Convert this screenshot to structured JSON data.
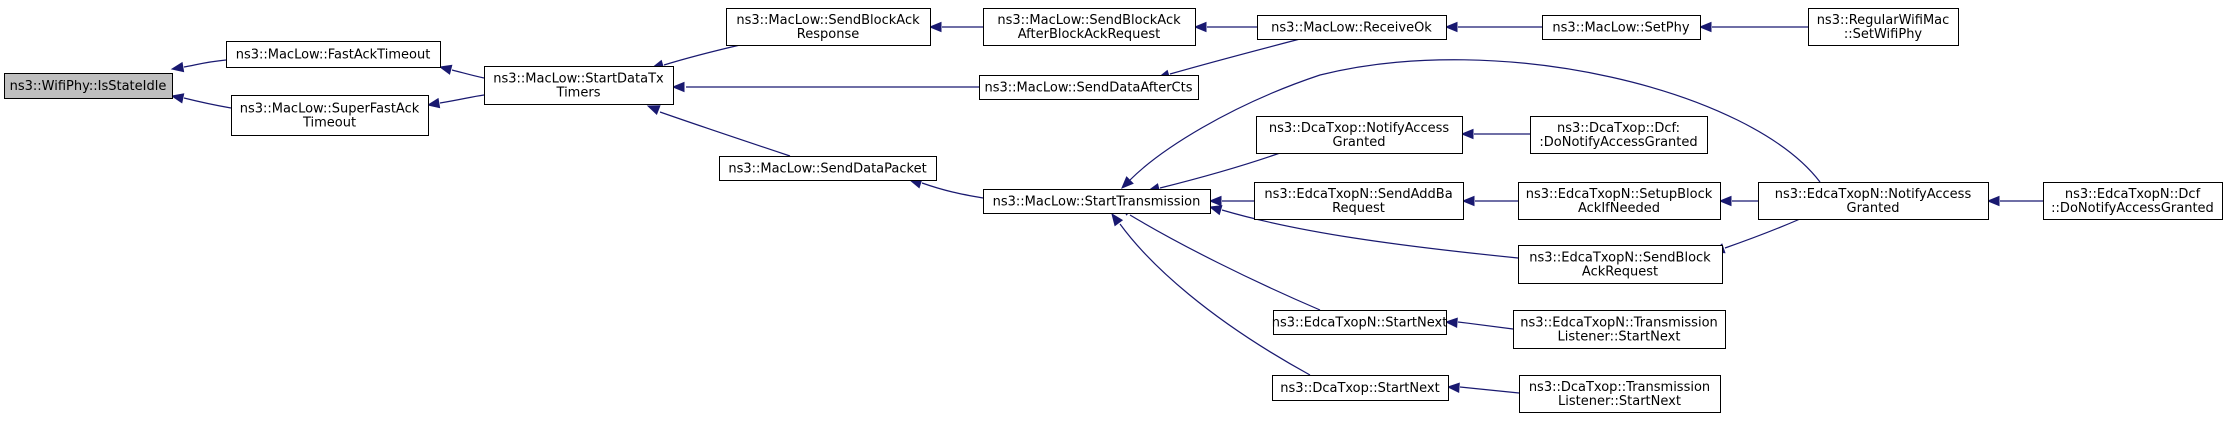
{
  "colors": {
    "edge": "#191970",
    "root_fill": "#bfbfbf",
    "node_fill": "#ffffff",
    "border": "#000000"
  },
  "nodes": [
    {
      "id": "n0",
      "lines": [
        "ns3::WifiPhy::IsStateIdle"
      ],
      "root": true
    },
    {
      "id": "n1",
      "lines": [
        "ns3::MacLow::FastAckTimeout"
      ]
    },
    {
      "id": "n2",
      "lines": [
        "ns3::MacLow::SuperFastAck",
        "Timeout"
      ]
    },
    {
      "id": "n3",
      "lines": [
        "ns3::MacLow::StartDataTx",
        "Timers"
      ]
    },
    {
      "id": "n4",
      "lines": [
        "ns3::MacLow::SendBlockAck",
        "Response"
      ]
    },
    {
      "id": "n5",
      "lines": [
        "ns3::MacLow::SendDataPacket"
      ]
    },
    {
      "id": "n6",
      "lines": [
        "ns3::MacLow::SendBlockAck",
        "AfterBlockAckRequest"
      ]
    },
    {
      "id": "n7",
      "lines": [
        "ns3::MacLow::SendDataAfterCts"
      ]
    },
    {
      "id": "n8",
      "lines": [
        "ns3::MacLow::StartTransmission"
      ]
    },
    {
      "id": "n9",
      "lines": [
        "ns3::MacLow::ReceiveOk"
      ]
    },
    {
      "id": "n10",
      "lines": [
        "ns3::DcaTxop::NotifyAccess",
        "Granted"
      ]
    },
    {
      "id": "n11",
      "lines": [
        "ns3::EdcaTxopN::SendAddBa",
        "Request"
      ]
    },
    {
      "id": "n12",
      "lines": [
        "ns3::EdcaTxopN::StartNext"
      ]
    },
    {
      "id": "n13",
      "lines": [
        "ns3::DcaTxop::StartNext"
      ]
    },
    {
      "id": "n14",
      "lines": [
        "ns3::MacLow::SetPhy"
      ]
    },
    {
      "id": "n15",
      "lines": [
        "ns3::DcaTxop::Dcf:",
        ":DoNotifyAccessGranted"
      ]
    },
    {
      "id": "n16",
      "lines": [
        "ns3::EdcaTxopN::SetupBlock",
        "AckIfNeeded"
      ]
    },
    {
      "id": "n17",
      "lines": [
        "ns3::EdcaTxopN::SendBlock",
        "AckRequest"
      ]
    },
    {
      "id": "n18",
      "lines": [
        "ns3::EdcaTxopN::Transmission",
        "Listener::StartNext"
      ]
    },
    {
      "id": "n19",
      "lines": [
        "ns3::DcaTxop::Transmission",
        "Listener::StartNext"
      ]
    },
    {
      "id": "n20",
      "lines": [
        "ns3::RegularWifiMac",
        "::SetWifiPhy"
      ]
    },
    {
      "id": "n21",
      "lines": [
        "ns3::EdcaTxopN::NotifyAccess",
        "Granted"
      ]
    },
    {
      "id": "n22",
      "lines": [
        "ns3::EdcaTxopN::Dcf",
        "::DoNotifyAccessGranted"
      ]
    }
  ],
  "edges": [
    {
      "from": "n1",
      "to": "n0"
    },
    {
      "from": "n2",
      "to": "n0"
    },
    {
      "from": "n3",
      "to": "n1"
    },
    {
      "from": "n3",
      "to": "n2"
    },
    {
      "from": "n4",
      "to": "n3"
    },
    {
      "from": "n7",
      "to": "n3"
    },
    {
      "from": "n5",
      "to": "n3"
    },
    {
      "from": "n6",
      "to": "n4"
    },
    {
      "from": "n8",
      "to": "n5"
    },
    {
      "from": "n9",
      "to": "n6"
    },
    {
      "from": "n9",
      "to": "n7"
    },
    {
      "from": "n14",
      "to": "n9"
    },
    {
      "from": "n20",
      "to": "n14"
    },
    {
      "from": "n10",
      "to": "n8"
    },
    {
      "from": "n11",
      "to": "n8"
    },
    {
      "from": "n12",
      "to": "n8"
    },
    {
      "from": "n13",
      "to": "n8"
    },
    {
      "from": "n17",
      "to": "n8"
    },
    {
      "from": "n21",
      "to": "n8"
    },
    {
      "from": "n15",
      "to": "n10"
    },
    {
      "from": "n16",
      "to": "n11"
    },
    {
      "from": "n21",
      "to": "n16"
    },
    {
      "from": "n21",
      "to": "n17"
    },
    {
      "from": "n22",
      "to": "n21"
    },
    {
      "from": "n18",
      "to": "n12"
    },
    {
      "from": "n19",
      "to": "n13"
    }
  ]
}
